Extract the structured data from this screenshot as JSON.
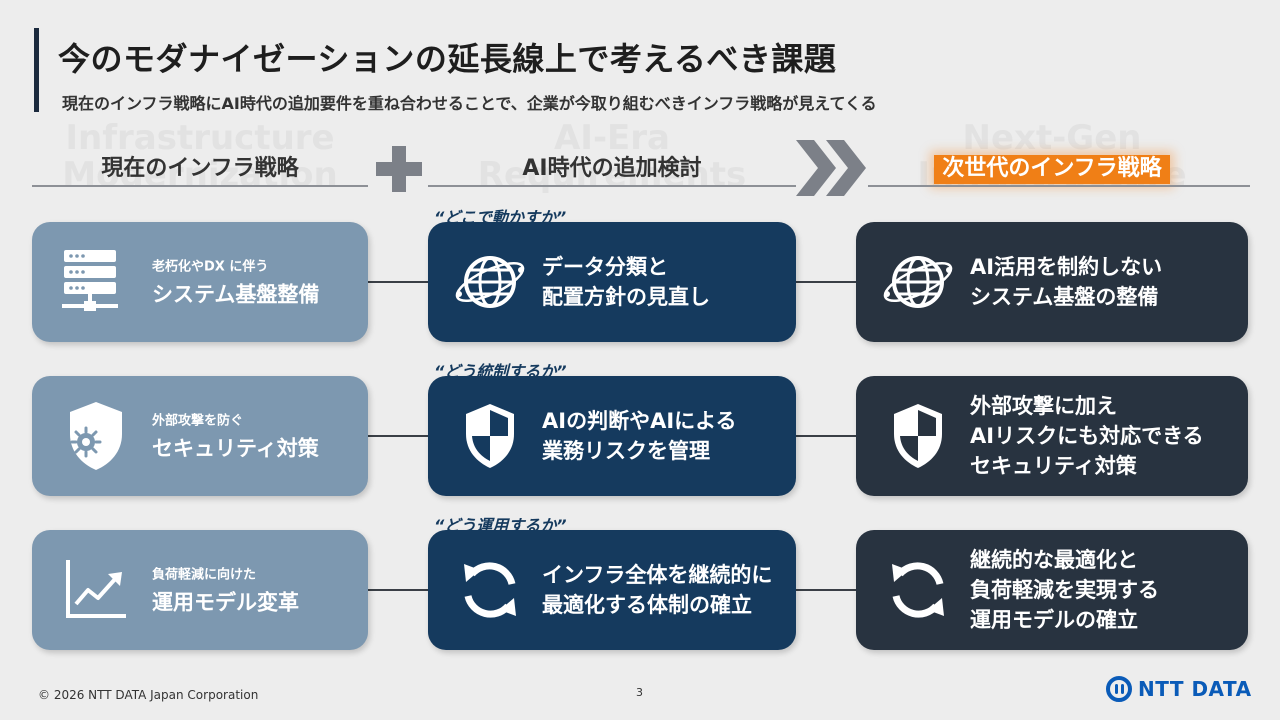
{
  "title": "今のモダナイゼーションの延長線上で考えるべき課題",
  "subtitle": "現在のインフラ戦略にAI時代の追加要件を重ね合わせることで、企業が今取り組むべきインフラ戦略が見えてくる",
  "columns": {
    "current": {
      "ghost": "Infrastructure\nModernization",
      "heading": "現在のインフラ戦略"
    },
    "ai": {
      "ghost": "AI-Era\nRequirements",
      "heading": "AI時代の追加検討"
    },
    "next": {
      "ghost": "Next-Gen\nInfrastructure",
      "heading": "次世代のインフラ戦略"
    }
  },
  "rows": [
    {
      "question": "“どこで動かすか”",
      "current": {
        "small": "老朽化やDX に伴う",
        "big": "システム基盤整備",
        "icon": "server-icon"
      },
      "ai": {
        "lines": [
          "データ分類と",
          "配置方針の見直し"
        ],
        "icon": "globe-icon"
      },
      "next": {
        "lines": [
          "AI活用を制約しない",
          "システム基盤の整備"
        ],
        "icon": "globe-icon"
      }
    },
    {
      "question": "“どう統制するか”",
      "current": {
        "small": "外部攻撃を防ぐ",
        "big": "セキュリティ対策",
        "icon": "shield-virus-icon"
      },
      "ai": {
        "lines": [
          "AIの判断やAIによる",
          "業務リスクを管理"
        ],
        "icon": "shield-icon"
      },
      "next": {
        "lines": [
          "外部攻撃に加え",
          "AIリスクにも対応できる",
          "セキュリティ対策"
        ],
        "icon": "shield-icon"
      }
    },
    {
      "question": "“どう運用するか”",
      "current": {
        "small": "負荷軽減に向けた",
        "big": "運用モデル変革",
        "icon": "trend-chart-icon"
      },
      "ai": {
        "lines": [
          "インフラ全体を継続的に",
          "最適化する体制の確立"
        ],
        "icon": "refresh-icon"
      },
      "next": {
        "lines": [
          "継続的な最適化と",
          "負荷軽減を実現する",
          "運用モデルの確立"
        ],
        "icon": "refresh-icon"
      }
    }
  ],
  "footer": {
    "copyright": "© 2026 NTT DATA Japan Corporation",
    "page": "3",
    "logo": "NTT DATA"
  },
  "colors": {
    "left_card": "#7d98b0",
    "mid_card": "#153a5e",
    "right_card": "#283340",
    "accent": "#f07f16",
    "logo": "#0a5bb8"
  }
}
